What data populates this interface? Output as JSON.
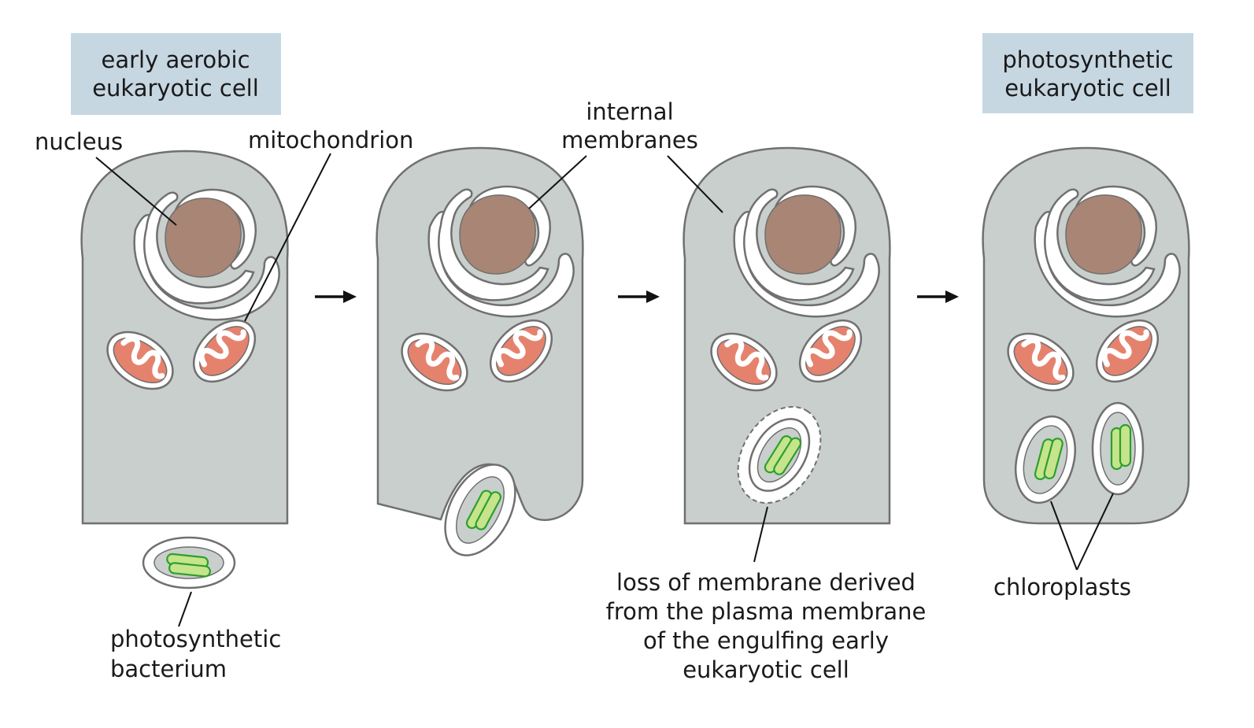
{
  "colors": {
    "cell_fill": "#c8cfcc",
    "outline": "#707070",
    "nucleus": "#a88575",
    "mito_inner": "#e5826e",
    "chloro_green": "#c6e48b",
    "chloro_stroke": "#2ca02c",
    "title_box": "#c6d7e2",
    "arrow": "#111111"
  },
  "titles": {
    "left": [
      "early aerobic",
      "eukaryotic cell"
    ],
    "right": [
      "photosynthetic",
      "eukaryotic cell"
    ]
  },
  "labels": {
    "nucleus": "nucleus",
    "mitochondrion": "mitochondrion",
    "internal_membranes": [
      "internal",
      "membranes"
    ],
    "photosynthetic_bacterium": [
      "photosynthetic",
      "bacterium"
    ],
    "loss_of_membrane": [
      "loss of membrane derived",
      "from the plasma membrane",
      "of the engulfing early",
      "eukaryotic cell"
    ],
    "chloroplasts": "chloroplasts"
  },
  "icons": {
    "step_arrow": "right-arrow-icon"
  }
}
